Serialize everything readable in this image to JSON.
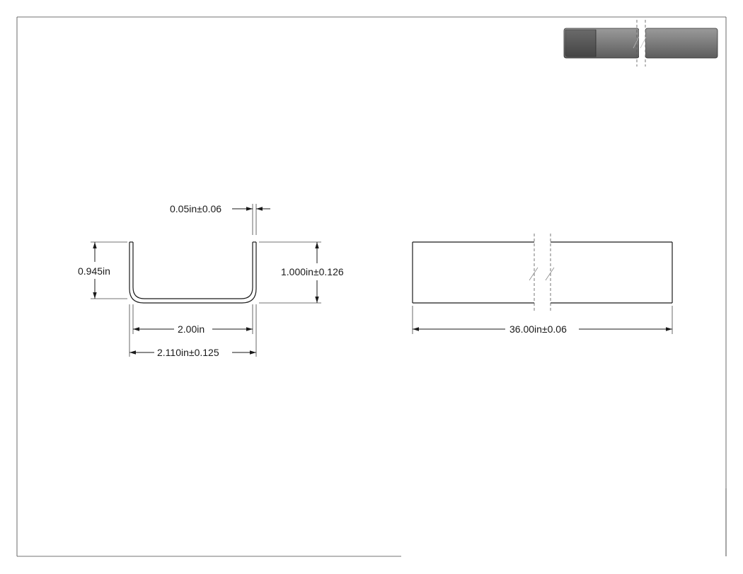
{
  "drawing": {
    "profile_view": {
      "thickness_label": "0.05in±0.06",
      "inner_height_label": "0.945in",
      "outer_height_label": "1.000in±0.126",
      "inner_width_label": "2.00in",
      "outer_width_label": "2.110in±0.125"
    },
    "side_view": {
      "length_label": "36.00in±0.06"
    },
    "colors": {
      "line": "#1a1a1a",
      "render_fill": "#8a8a8a",
      "render_dark": "#5a5a5a"
    }
  }
}
